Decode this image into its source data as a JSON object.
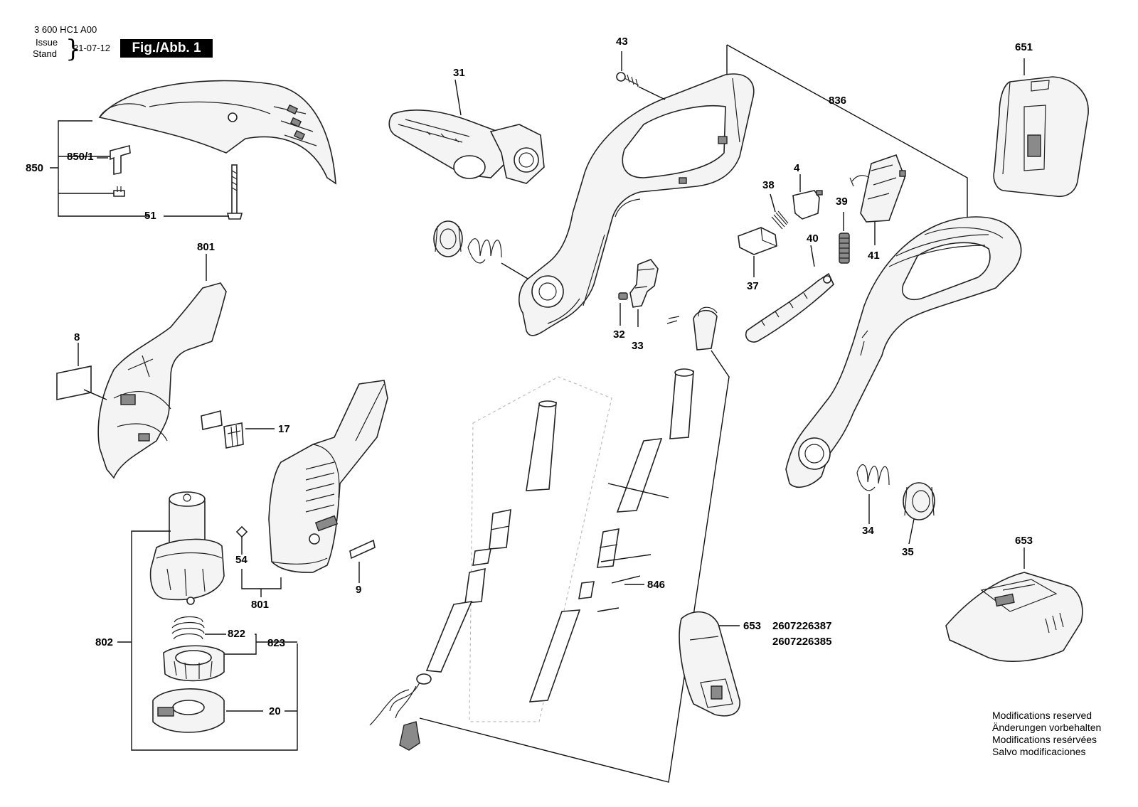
{
  "header": {
    "doc_number": "3 600 HC1 A00",
    "issue_label": "Issue",
    "stand_label": "Stand",
    "date": "21-07-12",
    "figure_label": "Fig./Abb. 1"
  },
  "callouts": {
    "c850": "850",
    "c850_1": "850/1",
    "c51": "51",
    "c31": "31",
    "c43": "43",
    "c836": "836",
    "c651": "651",
    "c4": "4",
    "c38": "38",
    "c39": "39",
    "c41": "41",
    "c40": "40",
    "c37": "37",
    "c32": "32",
    "c33": "33",
    "c801_top": "801",
    "c8": "8",
    "c17": "17",
    "c54": "54",
    "c801_bottom": "801",
    "c9": "9",
    "c802": "802",
    "c822": "822",
    "c823": "823",
    "c20": "20",
    "c846": "846",
    "c34": "34",
    "c35": "35",
    "c653_top": "653",
    "c653": "653",
    "pn_2607226387": "2607226387",
    "pn_2607226385": "2607226385"
  },
  "footnote": {
    "en": "Modifications reserved",
    "de": "Änderungen vorbehalten",
    "fr": "Modifications resérvées",
    "es": "Salvo modificaciones"
  }
}
